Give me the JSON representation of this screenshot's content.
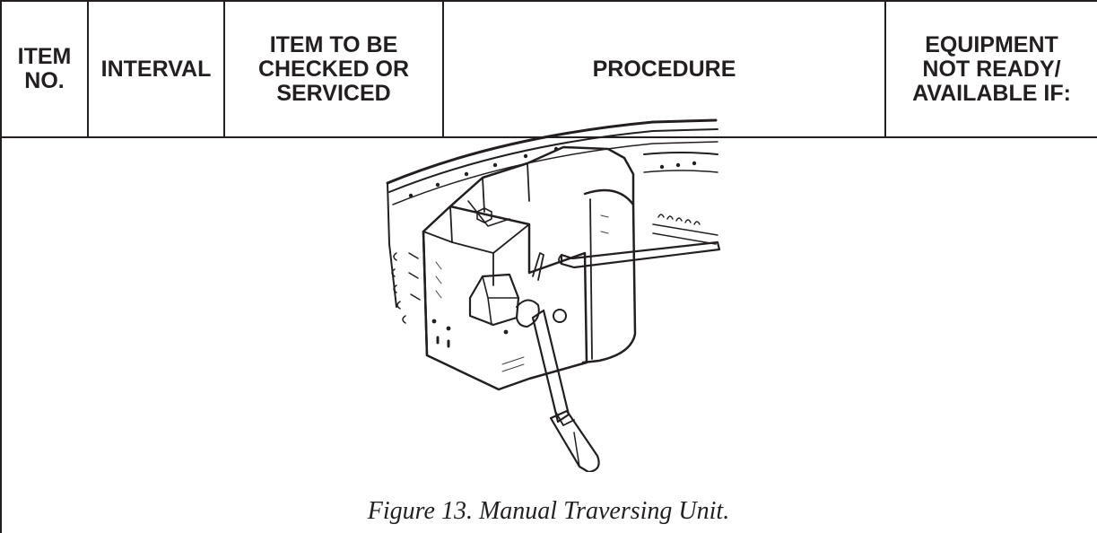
{
  "table": {
    "headers": [
      "ITEM NO.",
      "INTERVAL",
      "ITEM TO BE CHECKED OR SERVICED",
      "PROCEDURE",
      "EQUIPMENT NOT READY/ AVAILABLE IF:"
    ],
    "header_lines": {
      "item_no": [
        "ITEM",
        "NO."
      ],
      "interval": [
        "INTERVAL"
      ],
      "item_checked": [
        "ITEM TO BE",
        "CHECKED OR",
        "SERVICED"
      ],
      "procedure": [
        "PROCEDURE"
      ],
      "equipment": [
        "EQUIPMENT",
        "NOT READY/",
        "AVAILABLE IF:"
      ]
    }
  },
  "figure": {
    "caption": "Figure 13. Manual Traversing Unit."
  }
}
